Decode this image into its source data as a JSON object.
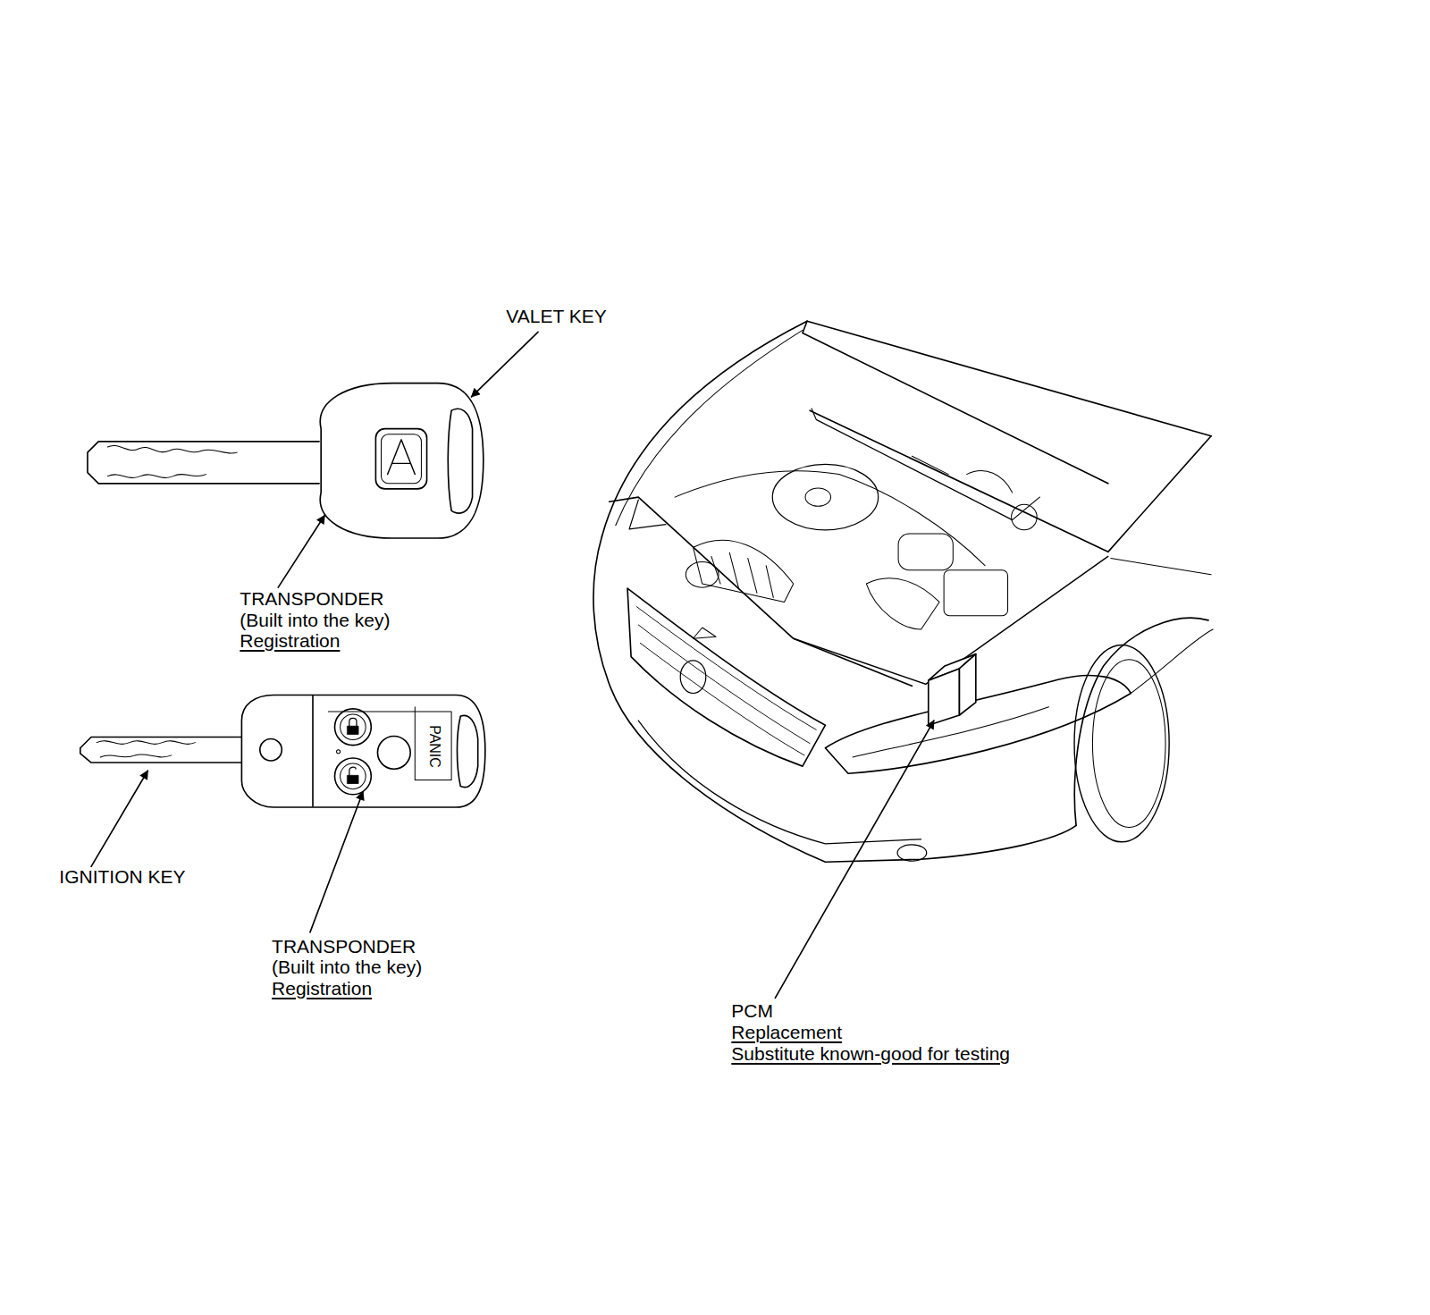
{
  "diagram": {
    "labels": [
      "VALET KEY",
      "TRANSPONDER",
      "(Built into the key)",
      "Registration",
      "PANIC",
      "IGNITION KEY",
      "TRANSPONDER",
      "(Built into the key)",
      "Registration",
      "PCM",
      "Replacement",
      "Substitute known-good for testing"
    ]
  }
}
